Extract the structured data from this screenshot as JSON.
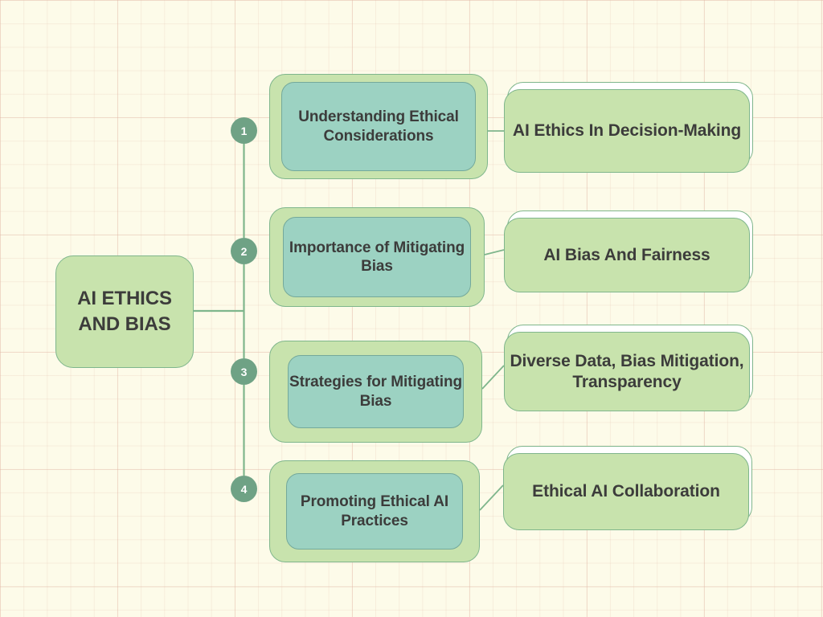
{
  "canvas": {
    "background_color": "#FDFBE9",
    "grid_line_color": "#E2BCAA"
  },
  "theme": {
    "outer_box_fill": "#C8E3AD",
    "inner_box_fill": "#9CD2C2",
    "card_fill": "#C8E3AD",
    "card_back_fill": "#FFFFFF",
    "border_color": "#7FB68C",
    "badge_fill": "#6FA285",
    "badge_text_color": "#FFFFFF",
    "text_color": "#3C3C3B",
    "connector_color": "#7FB68C"
  },
  "root": {
    "label": "AI ETHICS AND BIAS"
  },
  "branches": [
    {
      "number": "1",
      "topic": "Understanding Ethical Considerations",
      "detail": "AI Ethics In Decision-Making"
    },
    {
      "number": "2",
      "topic": "Importance of Mitigating Bias",
      "detail": "AI Bias And Fairness"
    },
    {
      "number": "3",
      "topic": "Strategies for Mitigating Bias",
      "detail": "Diverse Data, Bias Mitigation, Transparency"
    },
    {
      "number": "4",
      "topic": "Promoting Ethical AI Practices",
      "detail": "Ethical AI Collaboration"
    }
  ]
}
